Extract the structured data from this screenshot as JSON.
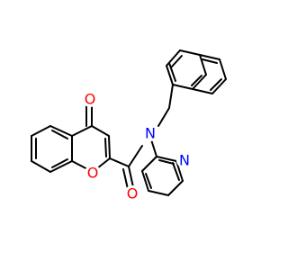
{
  "molecule": {
    "atom_labels": {
      "carbonyl_o_top": "O",
      "ring_o": "O",
      "amide_o": "O",
      "amide_n": "N",
      "pyridine_n": "N"
    },
    "colors": {
      "bond": "#000000",
      "oxygen": "#ff0000",
      "nitrogen": "#0000ff"
    }
  }
}
